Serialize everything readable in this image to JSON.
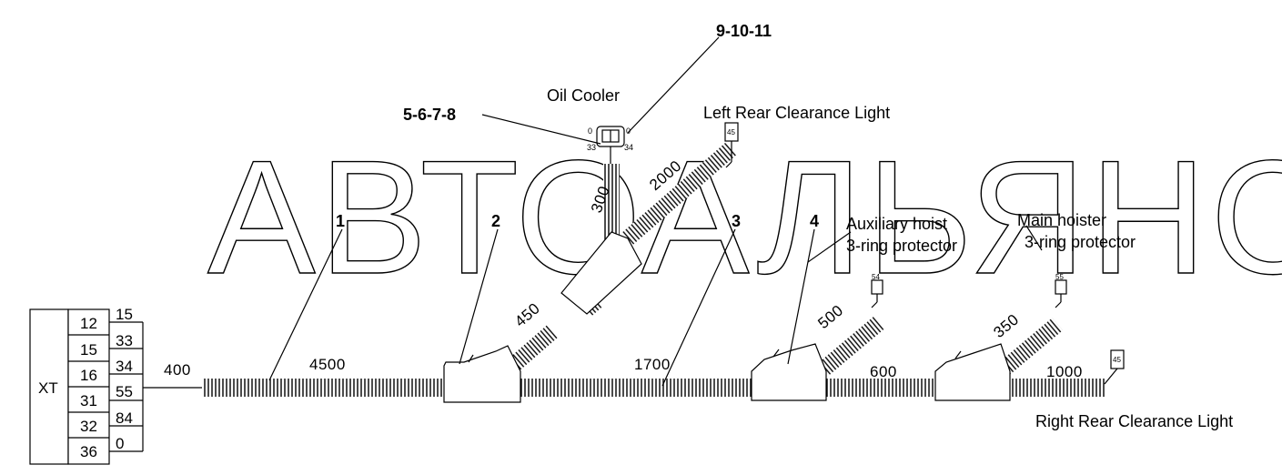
{
  "watermark": "АВТОАЛЬЯНС",
  "labels": {
    "oil_cooler": "Oil Cooler",
    "part_9_10_11": "9-10-11",
    "part_5_6_7_8": "5-6-7-8",
    "left_rear_light": "Left Rear Clearance Light",
    "right_rear_light": "Right Rear Clearance Light",
    "aux_hoist_1": "Auxiliary hoist",
    "aux_hoist_2": "3-ring protector",
    "main_hoister_1": "Main hoister",
    "main_hoister_2": "3-ring protector"
  },
  "callouts": [
    "1",
    "2",
    "3",
    "4"
  ],
  "dimensions": {
    "d400": "400",
    "d4500": "4500",
    "d1700": "1700",
    "d600": "600",
    "d1000": "1000",
    "d450": "450",
    "d2000": "2000",
    "d500_branch": "500",
    "d350": "350",
    "d300": "300"
  },
  "connector": {
    "name": "XT",
    "pins": [
      "12",
      "15",
      "16",
      "31",
      "32",
      "36"
    ],
    "wires": [
      "15",
      "33",
      "34",
      "55",
      "84",
      "0"
    ]
  },
  "small_tags": {
    "cooler_left_top": "0",
    "cooler_right_top": "0",
    "cooler_left_bottom": "33",
    "cooler_right_bottom": "34",
    "left_light_tag": "45",
    "right_light_tag": "45",
    "tag_54": "54",
    "tag_55": "55"
  }
}
